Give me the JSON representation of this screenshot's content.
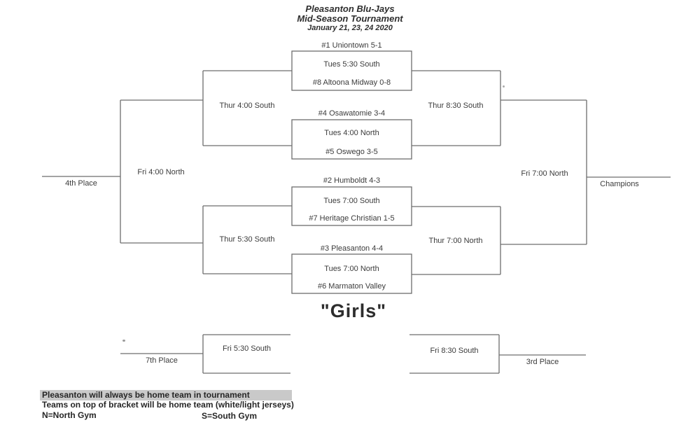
{
  "header": {
    "title_line1": "Pleasanton Blu-Jays",
    "title_line2": "Mid-Season Tournament",
    "title_line3": "January 21, 23, 24 2020"
  },
  "division_label": "\"Girls\"",
  "matchups": [
    {
      "top_team": "#1 Uniontown 5-1",
      "time": "Tues 5:30 South",
      "bottom_team": "#8 Altoona Midway 0-8"
    },
    {
      "top_team": "#4 Osawatomie 3-4",
      "time": "Tues 4:00 North",
      "bottom_team": "#5 Oswego 3-5"
    },
    {
      "top_team": "#2 Humboldt 4-3",
      "time": "Tues 7:00 South",
      "bottom_team": "#7 Heritage Christian 1-5"
    },
    {
      "top_team": "#3 Pleasanton 4-4",
      "time": "Tues 7:00 North",
      "bottom_team": "#6 Marmaton Valley"
    }
  ],
  "rounds": {
    "consolation_semi_top": "Thur 4:00 South",
    "consolation_semi_bottom": "Thur 5:30 South",
    "consolation_final": "Fri 4:00 North",
    "semifinal_top": "Thur 8:30 South",
    "semifinal_bottom": "Thur 7:00 North",
    "championship": "Fri 7:00 North",
    "seventh_place_game": "Fri 5:30 South",
    "third_place_game": "Fri 8:30 South"
  },
  "placements": {
    "fourth": "4th Place",
    "champions": "Champions",
    "seventh": "7th Place",
    "third": "3rd Place"
  },
  "footer": {
    "note_highlighted": "Pleasanton will always be home team in tournament",
    "note_jerseys": "Teams on top of bracket will be home team (white/light jerseys)",
    "legend_north": "N=North Gym",
    "legend_south": "S=South Gym"
  },
  "colors": {
    "line": "#6d6d6d",
    "text": "#3b3b3b",
    "highlight": "#c9c9c9"
  }
}
